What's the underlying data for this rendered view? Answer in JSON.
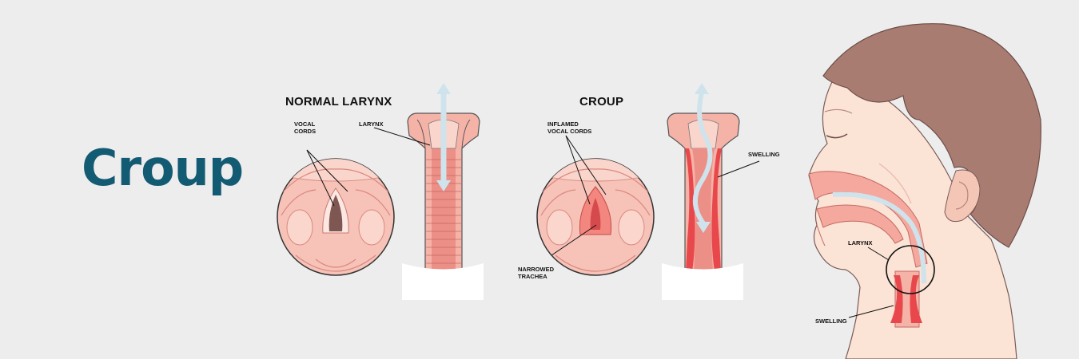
{
  "title": "Croup",
  "panels": {
    "normal": {
      "heading": "NORMAL LARYNX",
      "labels": {
        "vocal_cords": "VOCAL\nCORDS",
        "larynx": "LARYNX"
      }
    },
    "croup": {
      "heading": "CROUP",
      "labels": {
        "inflamed": "INFLAMED\nVOCAL CORDS",
        "narrowed": "NARROWED\nTRACHEA",
        "swelling": "SWELLING"
      }
    },
    "child": {
      "labels": {
        "larynx": "LARYNX",
        "swelling": "SWELLING"
      }
    }
  },
  "colors": {
    "background": "#eeedee",
    "title": "#135b73",
    "tissue_light": "#f8c9c0",
    "tissue": "#f2a59b",
    "tissue_dark": "#e8847a",
    "inflamed": "#e8484c",
    "airflow": "#cfe3ec",
    "hair": "#a97c72",
    "skin": "#fbe3d6"
  }
}
